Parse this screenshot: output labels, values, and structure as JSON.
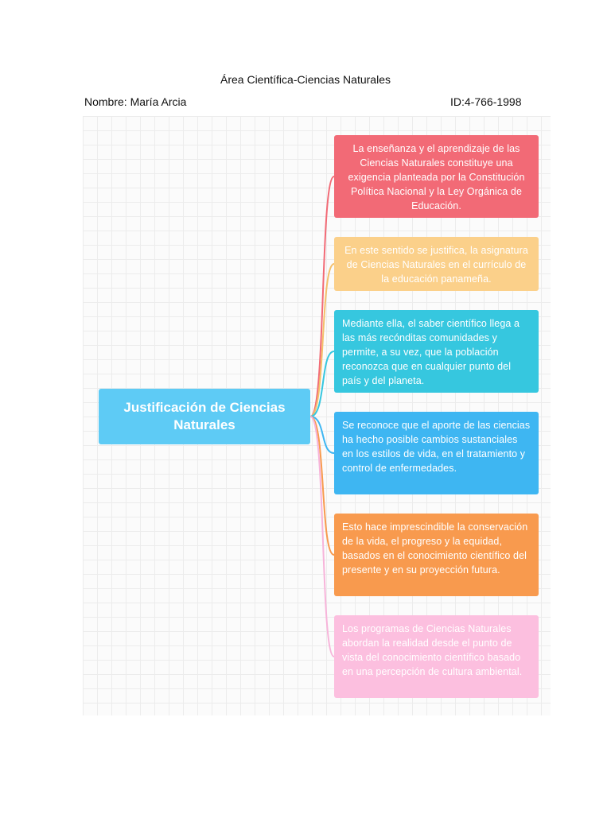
{
  "document": {
    "title": "Área Científica-Ciencias Naturales",
    "name": "Nombre: María Arcia",
    "id": "ID:4-766-1998"
  },
  "mindmap": {
    "central": {
      "label": "Justificación de Ciencias Naturales",
      "color": "#5ecbf5"
    },
    "branches": [
      {
        "text": "La enseñanza y el aprendizaje de las Ciencias Naturales constituye una exigencia planteada por la Constitución Política Nacional y la Ley Orgánica de Educación.",
        "color": "#f26a76",
        "line": "#f26a76"
      },
      {
        "text": "En este sentido se justifica, la asignatura de Ciencias Naturales en el currículo de la educación panameña.",
        "color": "#fbd08a",
        "line": "#f4c06a"
      },
      {
        "text": "Mediante ella, el saber científico llega a las más recónditas comunidades y permite, a su vez, que la población reconozca que en cualquier punto del país y del planeta.",
        "color": "#36c7df",
        "line": "#36c7df"
      },
      {
        "text": "Se reconoce que el aporte de las ciencias ha hecho posible cambios sustanciales en los estilos de vida, en el tratamiento y control de enfermedades.",
        "color": "#3eb6f2",
        "line": "#3eb6f2"
      },
      {
        "text": "Esto hace imprescindible la conservación de la vida, el progreso y la equidad, basados en el conocimiento científico del presente y en su proyección futura.",
        "color": "#f89a4e",
        "line": "#f89a4e"
      },
      {
        "text": "Los programas de Ciencias Naturales abordan la realidad desde el punto de vista del conocimiento científico basado en una percepción de cultura ambiental.",
        "color": "#fcbfdf",
        "line": "#f7b4da"
      }
    ]
  }
}
